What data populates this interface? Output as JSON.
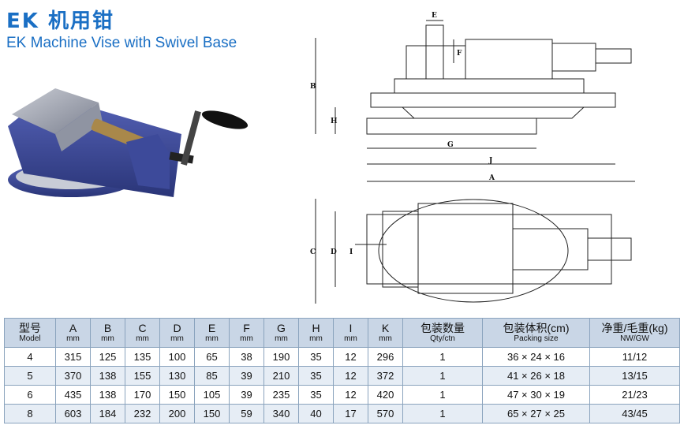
{
  "header": {
    "title_cn": "EK 机用钳",
    "title_en": "EK Machine Vise with Swivel Base"
  },
  "drawing_labels": {
    "A": "A",
    "B": "B",
    "C": "C",
    "D": "D",
    "E": "E",
    "F": "F",
    "G": "G",
    "H": "H",
    "I": "I",
    "J": "J"
  },
  "colors": {
    "title": "#1a6fc4",
    "table_header_bg": "#c9d6e6",
    "table_stripe": "#e6edf5",
    "vise_body": "#3d4a9a"
  },
  "table": {
    "columns": [
      {
        "main": "型号",
        "sub": "Model"
      },
      {
        "main": "A",
        "sub": "mm"
      },
      {
        "main": "B",
        "sub": "mm"
      },
      {
        "main": "C",
        "sub": "mm"
      },
      {
        "main": "D",
        "sub": "mm"
      },
      {
        "main": "E",
        "sub": "mm"
      },
      {
        "main": "F",
        "sub": "mm"
      },
      {
        "main": "G",
        "sub": "mm"
      },
      {
        "main": "H",
        "sub": "mm"
      },
      {
        "main": "I",
        "sub": "mm"
      },
      {
        "main": "K",
        "sub": "mm"
      },
      {
        "main": "包装数量",
        "sub": "Qty/ctn"
      },
      {
        "main": "包装体积(cm)",
        "sub": "Packing size"
      },
      {
        "main": "净重/毛重(kg)",
        "sub": "NW/GW"
      }
    ],
    "rows": [
      [
        "4",
        "315",
        "125",
        "135",
        "100",
        "65",
        "38",
        "190",
        "35",
        "12",
        "296",
        "1",
        "36 × 24 × 16",
        "11/12"
      ],
      [
        "5",
        "370",
        "138",
        "155",
        "130",
        "85",
        "39",
        "210",
        "35",
        "12",
        "372",
        "1",
        "41 × 26 × 18",
        "13/15"
      ],
      [
        "6",
        "435",
        "138",
        "170",
        "150",
        "105",
        "39",
        "235",
        "35",
        "12",
        "420",
        "1",
        "47 × 30 × 19",
        "21/23"
      ],
      [
        "8",
        "603",
        "184",
        "232",
        "200",
        "150",
        "59",
        "340",
        "40",
        "17",
        "570",
        "1",
        "65 × 27 × 25",
        "43/45"
      ]
    ]
  }
}
